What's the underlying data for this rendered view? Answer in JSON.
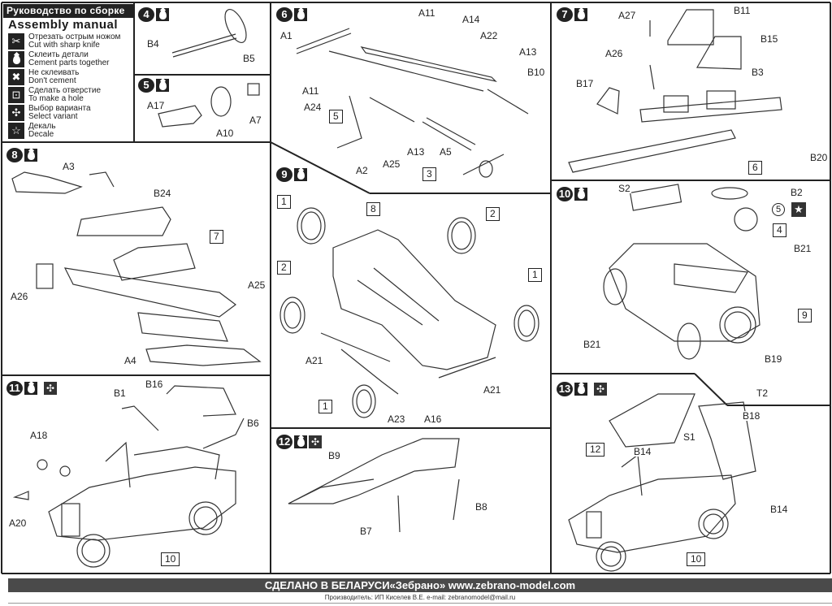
{
  "legend": {
    "header": "Руководство по сборке",
    "title": "Assembly manual",
    "items": [
      {
        "icon": "knife-icon",
        "ru": "Отрезать острым ножом",
        "en": "Cut with sharp knife"
      },
      {
        "icon": "glue-drop-icon",
        "ru": "Склеить детали",
        "en": "Cement parts together"
      },
      {
        "icon": "no-glue-icon",
        "ru": "Не склеивать",
        "en": "Don't cement"
      },
      {
        "icon": "drill-hole-icon",
        "ru": "Сделать отверстие",
        "en": "To make a hole"
      },
      {
        "icon": "select-variant-icon",
        "ru": "Выбор варианта",
        "en": "Select variant"
      },
      {
        "icon": "decal-star-icon",
        "ru": "Декаль",
        "en": "Decale"
      }
    ]
  },
  "steps": {
    "s4": {
      "num": "4",
      "parts": [
        "B4",
        "B5"
      ]
    },
    "s5": {
      "num": "5",
      "parts": [
        "A17",
        "A10",
        "A7"
      ]
    },
    "s6": {
      "num": "6",
      "parts": [
        "A11",
        "A14",
        "A1",
        "A22",
        "A13",
        "A11",
        "B10",
        "A24",
        "A13",
        "A5",
        "A2",
        "A25"
      ],
      "refs": [
        "5",
        "3"
      ]
    },
    "s7": {
      "num": "7",
      "parts": [
        "A27",
        "B11",
        "B15",
        "A26",
        "B3",
        "B17",
        "B20"
      ],
      "refs": [
        "6"
      ]
    },
    "s8": {
      "num": "8",
      "parts": [
        "A3",
        "B24",
        "A26",
        "A25",
        "A4"
      ],
      "refs": [
        "7"
      ]
    },
    "s9": {
      "num": "9",
      "parts": [
        "A21",
        "A21",
        "A23",
        "A16"
      ],
      "refs": [
        "1",
        "8",
        "2",
        "2",
        "1",
        "1"
      ]
    },
    "s10": {
      "num": "10",
      "parts": [
        "S2",
        "B2",
        "B21",
        "B21",
        "B19",
        "T2"
      ],
      "refs": [
        "4",
        "9"
      ],
      "circle_ref": "5",
      "decal": "★"
    },
    "s11": {
      "num": "11",
      "parts": [
        "B16",
        "B1",
        "B6",
        "A18",
        "A20"
      ],
      "refs": [
        "10"
      ]
    },
    "s12": {
      "num": "12",
      "parts": [
        "B9",
        "B8",
        "B7"
      ]
    },
    "s13": {
      "num": "13",
      "parts": [
        "B18",
        "S1",
        "B14",
        "B14"
      ],
      "refs": [
        "12",
        "10"
      ]
    }
  },
  "footer": {
    "main": "СДЕЛАНО В БЕЛАРУСИ«Зебрано»  www.zebrano-model.com",
    "sub": "Производитель: ИП Киселев В.Е.  e-mail: zebranomodel@mail.ru"
  }
}
